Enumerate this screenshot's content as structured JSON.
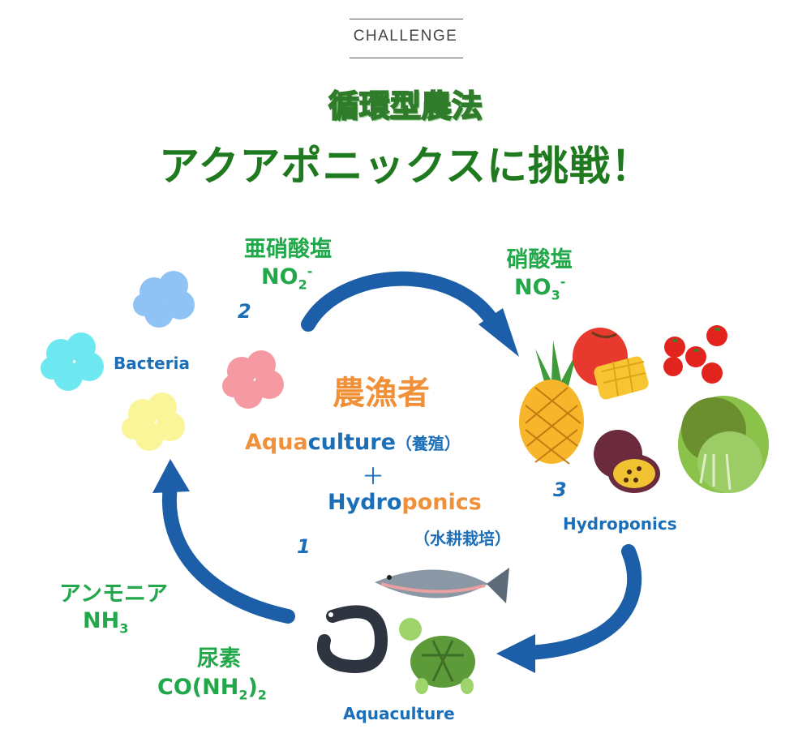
{
  "header": {
    "eyebrow": "CHALLENGE",
    "subtitle": "循環型農法",
    "title": "アクアポニックスに挑戦！"
  },
  "center": {
    "heading": "農漁者",
    "aquaculture_part1": "Aqua",
    "aquaculture_part2": "culture",
    "aquaculture_note": "（養殖）",
    "plus": "＋",
    "hydroponics_part1": "Hydro",
    "hydroponics_part2": "ponics",
    "hydroponics_note": "（水耕栽培）"
  },
  "nodes": {
    "bacteria": "Bacteria",
    "hydroponics": "Hydroponics",
    "aquaculture": "Aquaculture"
  },
  "steps": {
    "one": "1",
    "two": "2",
    "three": "3"
  },
  "compounds": {
    "nitrite_name": "亜硝酸塩",
    "nitrite_formula_base": "NO",
    "nitrite_formula_sub": "2",
    "nitrite_formula_sup": "-",
    "nitrate_name": "硝酸塩",
    "nitrate_formula_base": "NO",
    "nitrate_formula_sub": "3",
    "nitrate_formula_sup": "-",
    "ammonia_name": "アンモニア",
    "ammonia_formula_base": "NH",
    "ammonia_formula_sub": "3",
    "urea_name": "尿素",
    "urea_formula_a": "CO(NH",
    "urea_formula_sub1": "2",
    "urea_formula_b": ")",
    "urea_formula_sub2": "2"
  },
  "colors": {
    "arrow": "#1c5fa8",
    "green_text": "#22a84a",
    "blue_text": "#1b6fb8",
    "orange_text": "#f0913a",
    "title_green": "#1f7a1f"
  }
}
